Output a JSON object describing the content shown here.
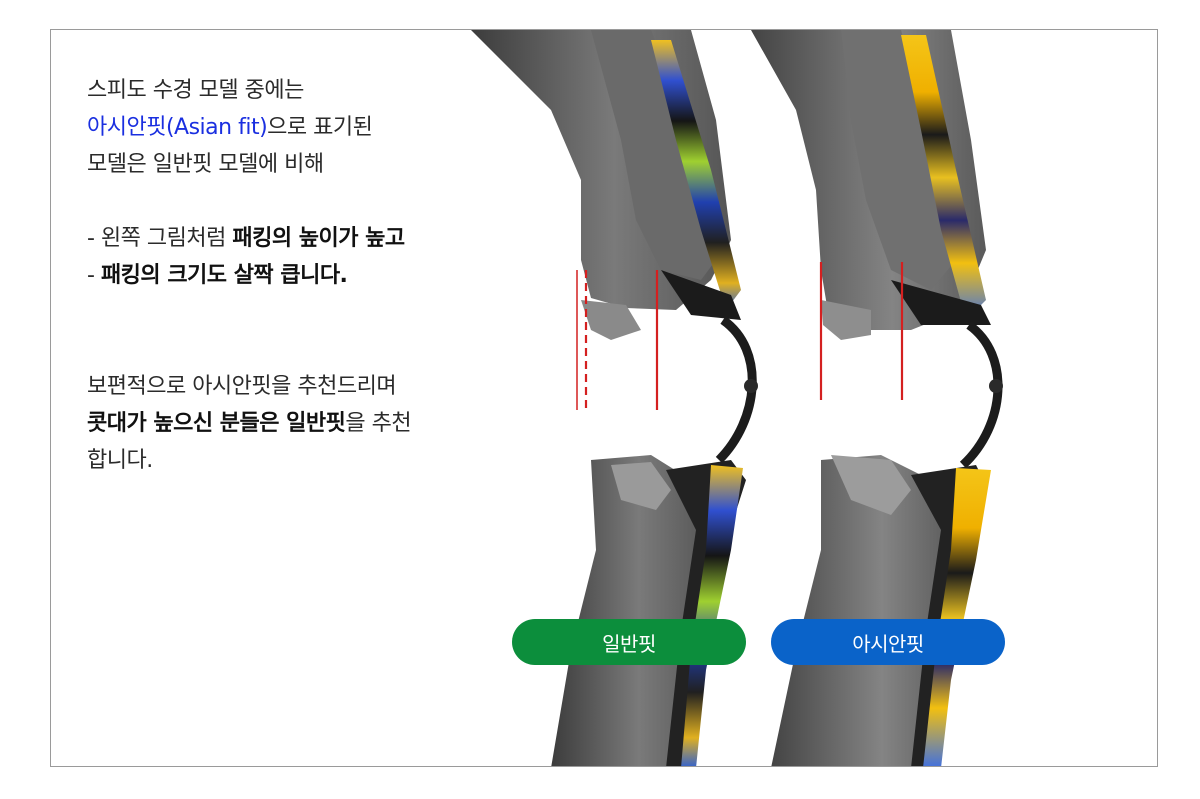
{
  "intro": {
    "line1": "스피도 수경 모델 중에는",
    "line2_highlight": "아시안핏(Asian fit)",
    "line2_rest": "으로 표기된",
    "line3": "모델은 일반핏 모델에 비해"
  },
  "bullets": [
    {
      "prefix": "-  왼쪽 그림처럼 ",
      "bold": "패킹의 높이가 높고"
    },
    {
      "prefix": "- ",
      "bold": "패킹의 크기도 살짝 큽니다."
    }
  ],
  "recommend": {
    "line1": "보편적으로 아시안핏을 추천드리며",
    "line2_bold": "콧대가 높으신 분들은 일반핏",
    "line2_rest": "을 추천",
    "line3": "합니다."
  },
  "labels": {
    "regular_fit": "일반핏",
    "asian_fit": "아시안핏"
  },
  "colors": {
    "highlight_text": "#1a2fe0",
    "regular_pill": "#0c8e3c",
    "asian_pill": "#0a63c9",
    "guide_line": "#d42020"
  }
}
